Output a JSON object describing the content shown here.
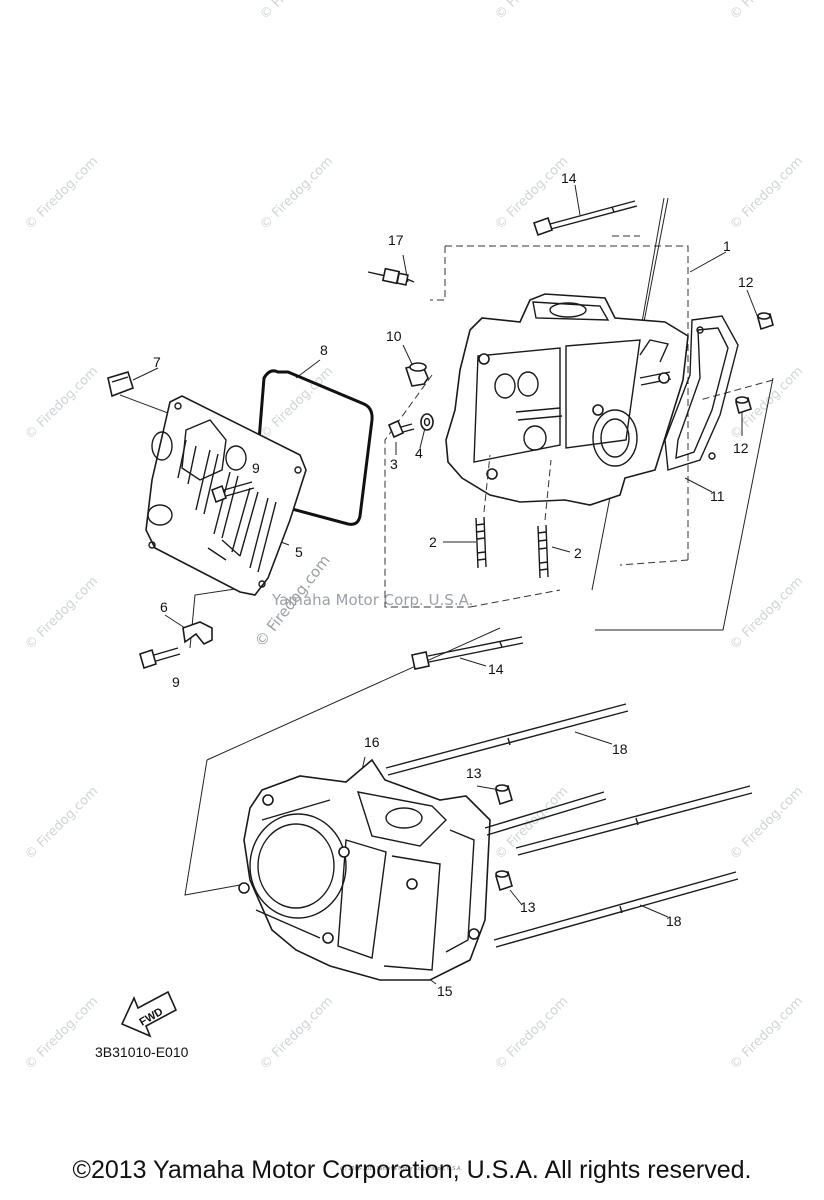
{
  "watermark": {
    "text": "© Firedog.com",
    "inline_text": "Yamaha Motor Corp. U.S.A."
  },
  "callouts": {
    "n1": "1",
    "n2a": "2",
    "n2b": "2",
    "n3": "3",
    "n4": "4",
    "n5": "5",
    "n6": "6",
    "n7": "7",
    "n8": "8",
    "n9a": "9",
    "n9b": "9",
    "n10": "10",
    "n11": "11",
    "n12a": "12",
    "n12b": "12",
    "n13a": "13",
    "n13b": "13",
    "n14a": "14",
    "n14b": "14",
    "n15": "15",
    "n16": "16",
    "n17": "17",
    "n18a": "18",
    "n18b": "18"
  },
  "fwd_label": "FWD",
  "diagram_code": "3B31010-E010",
  "fine_print": "(c) 2006-2016 Yamaha Motor Corporation, U.S.A.",
  "copyright": "©2013 Yamaha Motor Corporation, U.S.A. All rights reserved."
}
